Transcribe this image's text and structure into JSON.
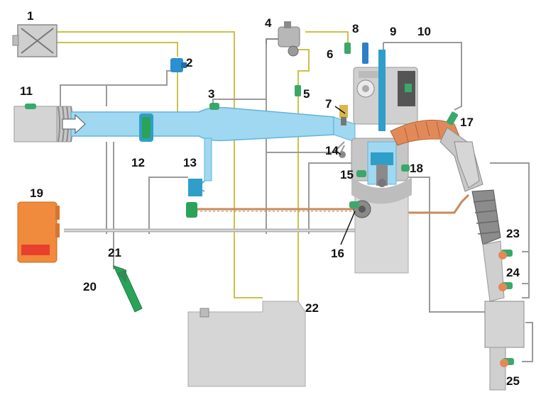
{
  "diagram": {
    "labels": [
      "1",
      "2",
      "3",
      "4",
      "5",
      "6",
      "7",
      "8",
      "9",
      "10",
      "11",
      "12",
      "13",
      "14",
      "15",
      "16",
      "17",
      "18",
      "19",
      "20",
      "21",
      "22",
      "23",
      "24",
      "25"
    ],
    "colors": {
      "intake": "#9fd8f0",
      "intake_dark": "#62b4dc",
      "exhaust": "#e2895a",
      "engine": "#d8d8d8",
      "sensor": "#3aa86b",
      "ecu": "#f08a3c",
      "ecu_accent": "#e8402f",
      "yellow_wire": "#c9c24a",
      "grey_wire": "#9a9a9a"
    },
    "icons": [
      "air-filter-icon",
      "vacuum-valve-icon",
      "mass-airflow-sensor-icon",
      "fuel-pump-icon",
      "ecu-icon",
      "accelerator-pedal-icon",
      "fuel-tank-icon",
      "catalytic-converter-icon",
      "turbocharger-icon"
    ]
  }
}
